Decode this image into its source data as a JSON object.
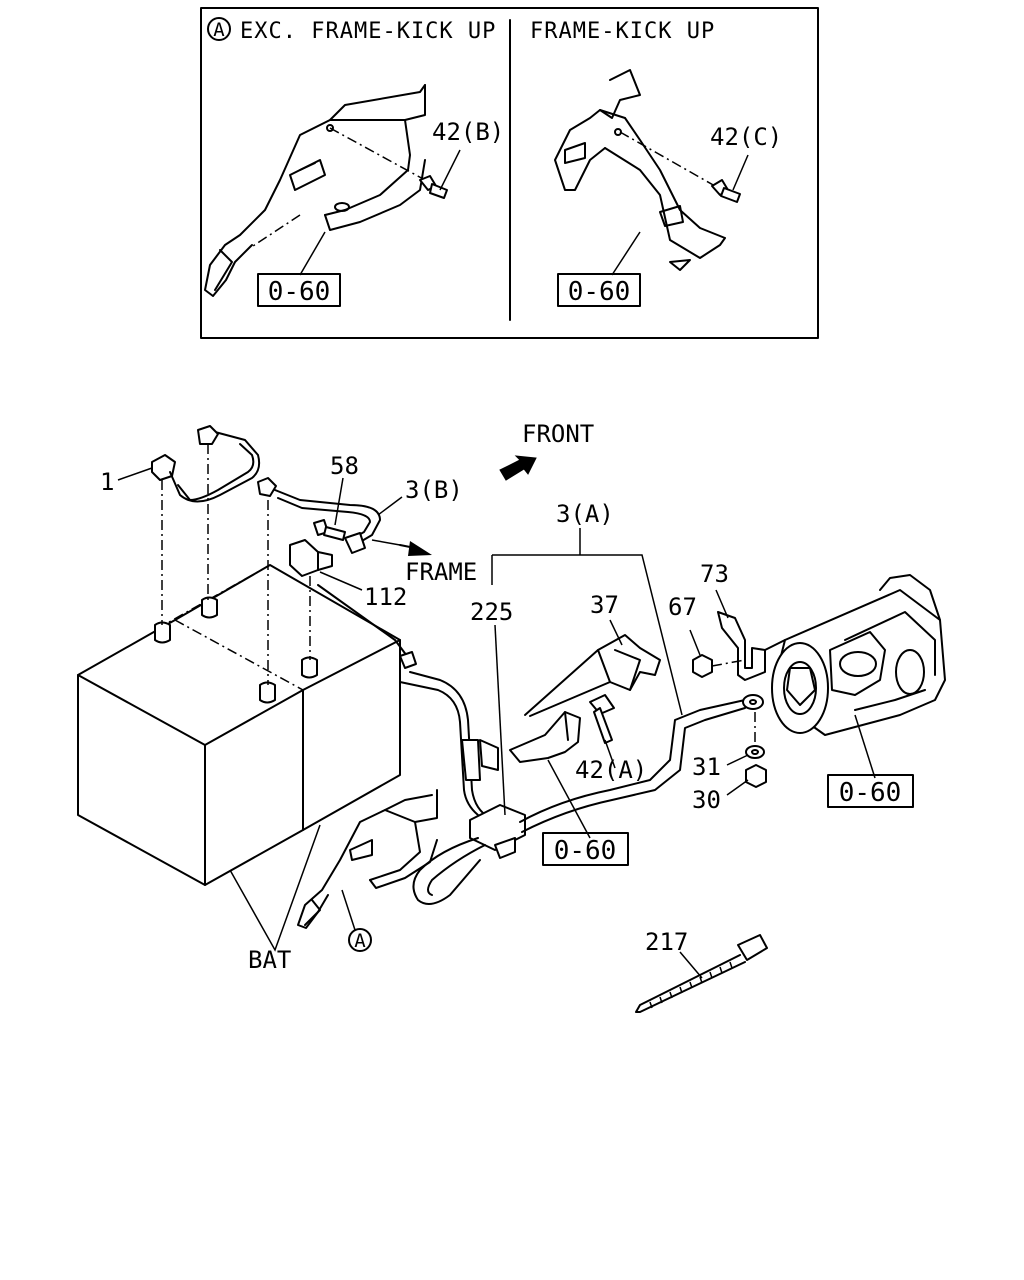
{
  "inset": {
    "marker": "A",
    "left_title": "EXC. FRAME-KICK UP",
    "right_title": "FRAME-KICK UP",
    "left_part": "42(B)",
    "right_part": "42(C)",
    "left_ref": "0-60",
    "right_ref": "0-60"
  },
  "direction": {
    "front": "FRONT",
    "frame": "FRAME"
  },
  "callouts": {
    "p1": "1",
    "p58": "58",
    "p3b": "3(B)",
    "p3a": "3(A)",
    "p112": "112",
    "p225": "225",
    "p37": "37",
    "p67": "67",
    "p73": "73",
    "p42a": "42(A)",
    "p31": "31",
    "p30": "30",
    "p217": "217",
    "bat": "BAT",
    "marker_a": "A"
  },
  "refs": {
    "harness": "0-60",
    "starter": "0-60"
  }
}
